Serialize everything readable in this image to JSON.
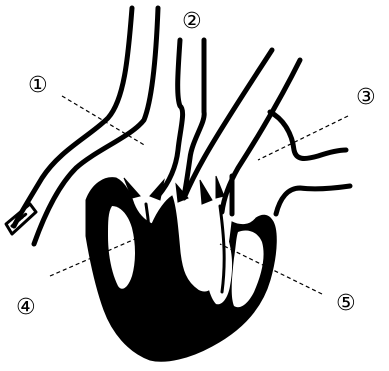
{
  "diagram": {
    "labels": {
      "l1": "①",
      "l2": "②",
      "l3": "③",
      "l4": "④",
      "l5": "⑤"
    }
  }
}
